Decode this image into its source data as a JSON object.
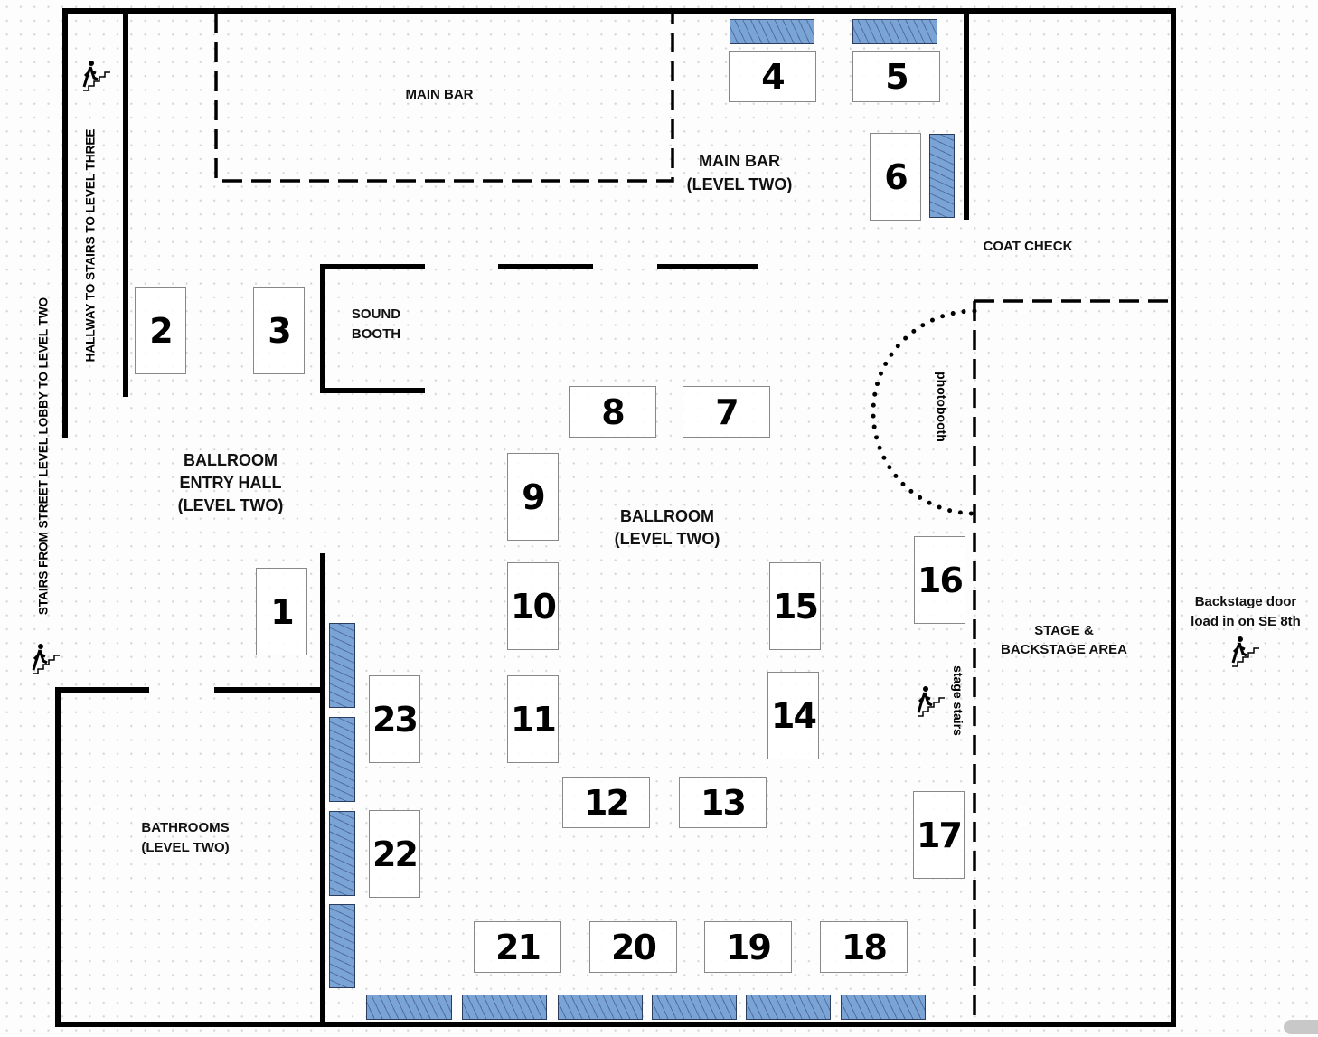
{
  "labels": {
    "main_bar_area": "MAIN BAR",
    "main_bar_level": [
      "MAIN BAR",
      "(LEVEL TWO)"
    ],
    "coat_check": "COAT CHECK",
    "sound_booth": [
      "SOUND",
      "BOOTH"
    ],
    "entry_hall": [
      "BALLROOM",
      "ENTRY HALL",
      "(LEVEL TWO)"
    ],
    "ballroom": [
      "BALLROOM",
      "(LEVEL TWO)"
    ],
    "bathrooms": [
      "BATHROOMS",
      "(LEVEL TWO)"
    ],
    "stage": [
      "STAGE &",
      "BACKSTAGE AREA"
    ],
    "backstage_door": [
      "Backstage door",
      "load in on SE 8th"
    ],
    "photobooth": "photobooth",
    "stage_stairs": "stage stairs",
    "hallway": "HALLWAY TO STAIRS TO  LEVEL THREE",
    "street_stairs": "STAIRS FROM STREET LEVEL LOBBY  TO LEVEL TWO"
  },
  "tables": [
    "1",
    "2",
    "3",
    "4",
    "5",
    "6",
    "7",
    "8",
    "9",
    "10",
    "11",
    "12",
    "13",
    "14",
    "15",
    "16",
    "17",
    "18",
    "19",
    "20",
    "21",
    "22",
    "23"
  ],
  "colors": {
    "bench": "#7aa3d6",
    "wall": "#000000"
  }
}
